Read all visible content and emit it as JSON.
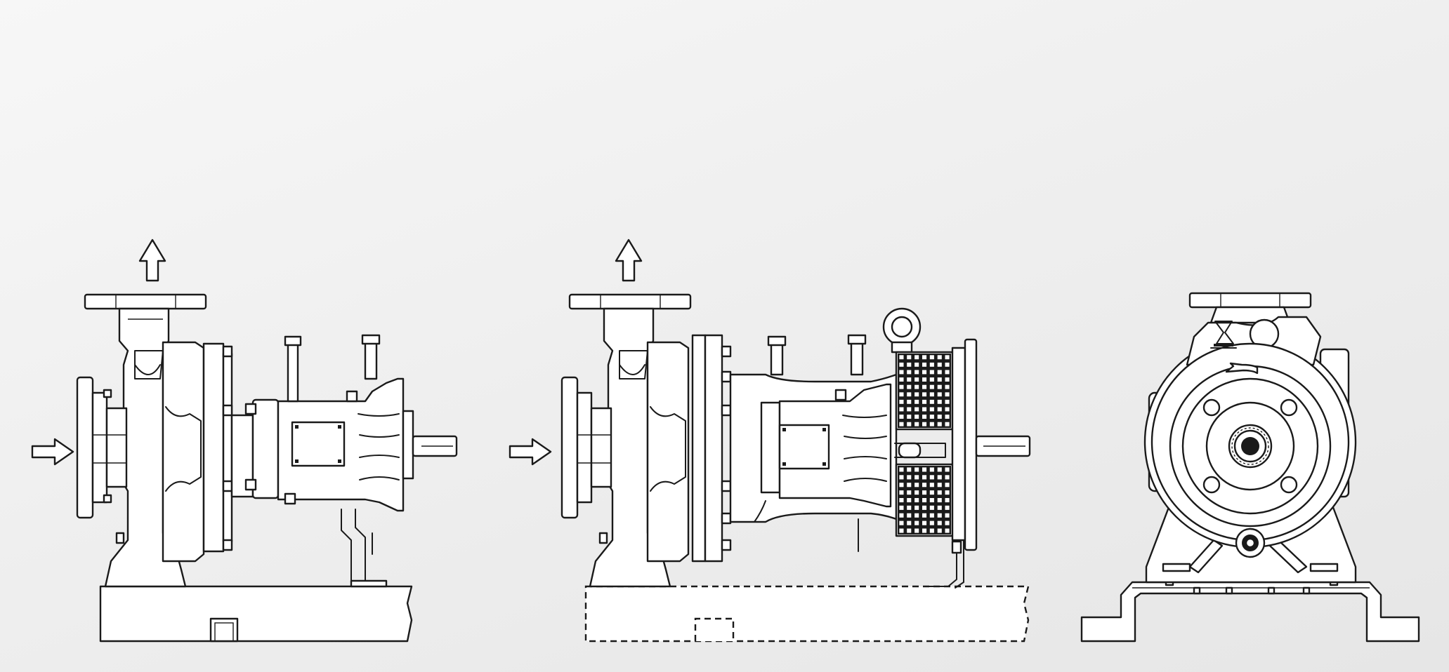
{
  "figure": {
    "views": [
      {
        "id": "side-view-coupled-version",
        "base_outline": "solid"
      },
      {
        "id": "side-view-motor-bracket-version",
        "base_outline": "dashed"
      },
      {
        "id": "front-view",
        "base_outline": "solid"
      }
    ],
    "flow_arrows": {
      "inlet_direction": "right",
      "outlet_direction": "up"
    },
    "colors": {
      "line": "#1a1a1a",
      "fill": "#ffffff",
      "background": "#ececec"
    }
  }
}
